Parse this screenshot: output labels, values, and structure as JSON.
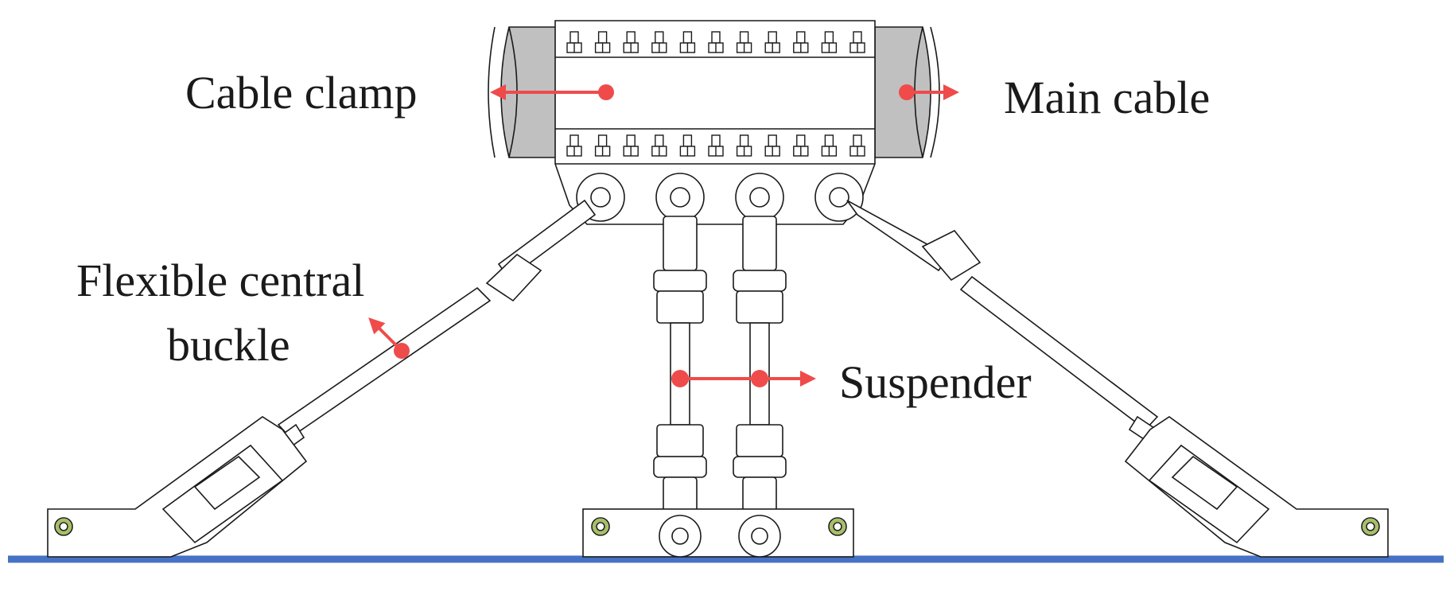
{
  "labels": {
    "cable_clamp": "Cable clamp",
    "main_cable": "Main cable",
    "flexible_central_buckle_line1": "Flexible central",
    "flexible_central_buckle_line2": "buckle",
    "suspender": "Suspender"
  },
  "colors": {
    "outline": "#1a1a1a",
    "cable_fill": "#c0c0c0",
    "pointer": "#ef4b4b",
    "base_line": "#4472c4",
    "bolt_ring": "#a6c060"
  },
  "counts": {
    "clamp_bolts_per_row": 11
  }
}
